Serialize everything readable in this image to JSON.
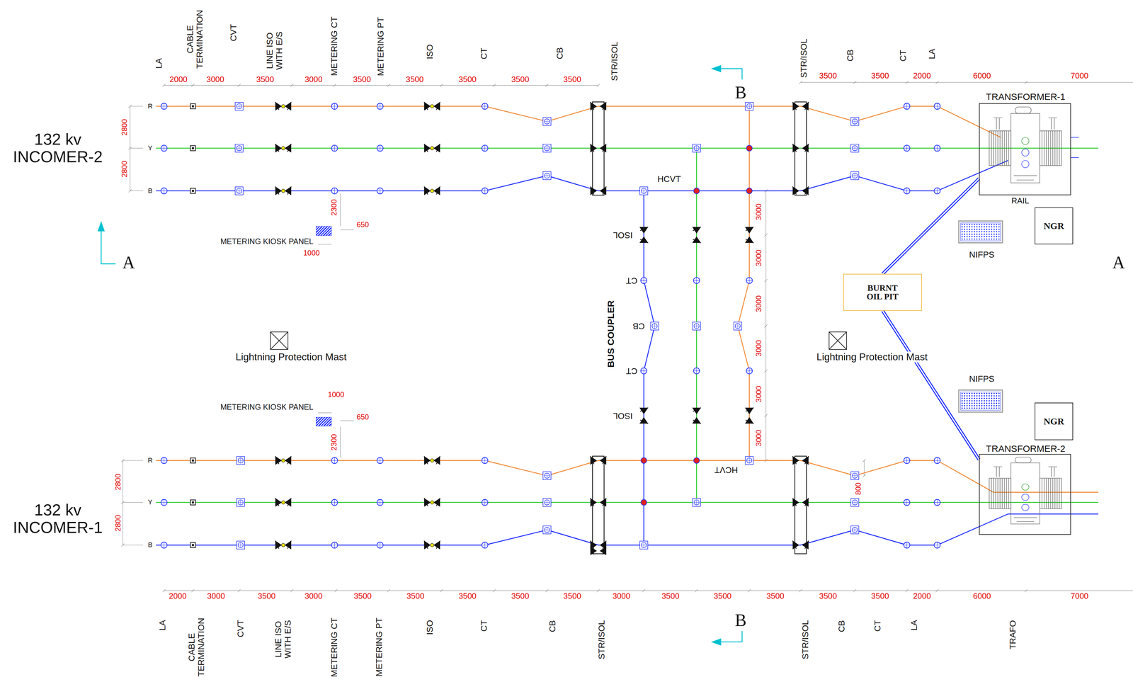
{
  "diagram": {
    "nodes": [
      {
        "text": [
          "TRANSFORMER-1"
        ]
      },
      {
        "text": [
          "NGR"
        ]
      },
      {
        "text": [
          "NIFPS"
        ]
      },
      {
        "text": [
          "METERING KIOSK PANEL"
        ]
      },
      {
        "text": [
          "BURNT OIL PIT"
        ]
      },
      {
        "text": [
          "Lightning Protection Mast"
        ]
      },
      {
        "text": [
          "Lightning Protection Mast"
        ]
      },
      {
        "text": [
          "NIFPS"
        ]
      },
      {
        "text": [
          "NGR"
        ]
      },
      {
        "text": [
          "METERING KIOSK PANEL"
        ]
      },
      {
        "text": [
          "TRANSFORMER-2"
        ]
      }
    ],
    "edges": [
      {
        "from": 4,
        "to": 0,
        "arrow": "none"
      },
      {
        "from": 4,
        "to": 10,
        "arrow": "none"
      }
    ],
    "labels": [
      "LA",
      "CABLE TERMINATION",
      "CVT",
      "LINE ISO WITH E/S",
      "METERING CT",
      "METERING PT",
      "ISO",
      "CT",
      "CB",
      "STR/ISOL",
      "STR/ISOL",
      "CB",
      "CT",
      "LA",
      "2000",
      "3000",
      "3500",
      "3000",
      "3500",
      "3500",
      "3500",
      "3500",
      "3500",
      "3500",
      "3500",
      "2000",
      "6000",
      "7000",
      "B",
      "132 kv INCOMER-2",
      "R",
      "Y",
      "B",
      "2800",
      "2800",
      "HCVT",
      "2300",
      "650",
      "1000",
      "RAIL",
      "A",
      "A",
      "ISOL",
      "CT",
      "CB",
      "CT",
      "ISOL",
      "BUS COUPLER",
      "3000",
      "3000",
      "3000",
      "3000",
      "3000",
      "3000",
      "1000",
      "650",
      "2300",
      "HCVT",
      "800",
      "132 kv INCOMER-1",
      "R",
      "Y",
      "B",
      "2800",
      "2800",
      "2000",
      "3000",
      "3500",
      "3000",
      "3500",
      "3500",
      "3500",
      "3500",
      "3500",
      "3000",
      "3500",
      "3500",
      "3500",
      "3500",
      "3500",
      "2000",
      "6000",
      "7000",
      "B",
      "LA",
      "CABLE TERMINATION",
      "CVT",
      "LINE ISO WITH E/S",
      "METERING CT",
      "METERING PT",
      "ISO",
      "CT",
      "CB",
      "STR/ISOL",
      "STR/ISOL",
      "CB",
      "CT",
      "LA",
      "TRAFO"
    ]
  }
}
